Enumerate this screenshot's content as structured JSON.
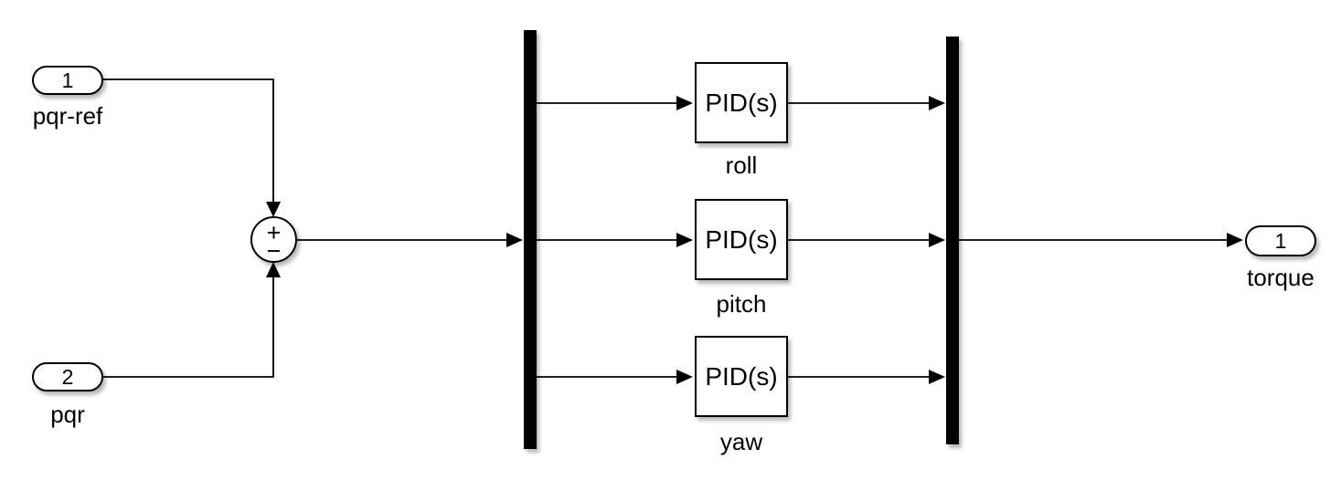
{
  "diagram": {
    "type": "simulink-block-diagram",
    "colors": {
      "background": "#ffffff",
      "line": "#000000",
      "block_fill": "#ffffff",
      "block_border": "#000000"
    },
    "inports": [
      {
        "number": "1",
        "label": "pqr-ref"
      },
      {
        "number": "2",
        "label": "pqr"
      }
    ],
    "sum_block": {
      "top_sign": "+",
      "bottom_sign": "−"
    },
    "demux": {
      "name": "demux-bar"
    },
    "pid_blocks": [
      {
        "text": "PID(s)",
        "label": "roll"
      },
      {
        "text": "PID(s)",
        "label": "pitch"
      },
      {
        "text": "PID(s)",
        "label": "yaw"
      }
    ],
    "mux": {
      "name": "mux-bar"
    },
    "outports": [
      {
        "number": "1",
        "label": "torque"
      }
    ]
  }
}
